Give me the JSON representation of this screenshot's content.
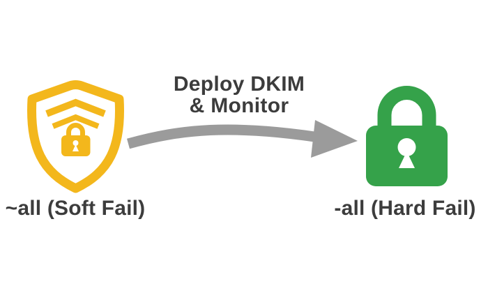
{
  "colors": {
    "background": "#ffffff",
    "text_dark": "#3c3c3c",
    "shield_yellow": "#f3b71c",
    "lock_green": "#35a24a",
    "arrow_gray": "#9b9b9b",
    "keyhole_white": "#ffffff"
  },
  "diagram": {
    "title_line1": "Deploy DKIM",
    "title_line2": "& Monitor",
    "left_item": {
      "icon": "spf-softfail-shield-icon",
      "label": "~all (Soft Fail)"
    },
    "arrow": {
      "icon": "transition-arrow-icon",
      "direction": "left-to-right"
    },
    "right_item": {
      "icon": "dkim-hardfail-padlock-icon",
      "label": "-all (Hard Fail)"
    }
  }
}
